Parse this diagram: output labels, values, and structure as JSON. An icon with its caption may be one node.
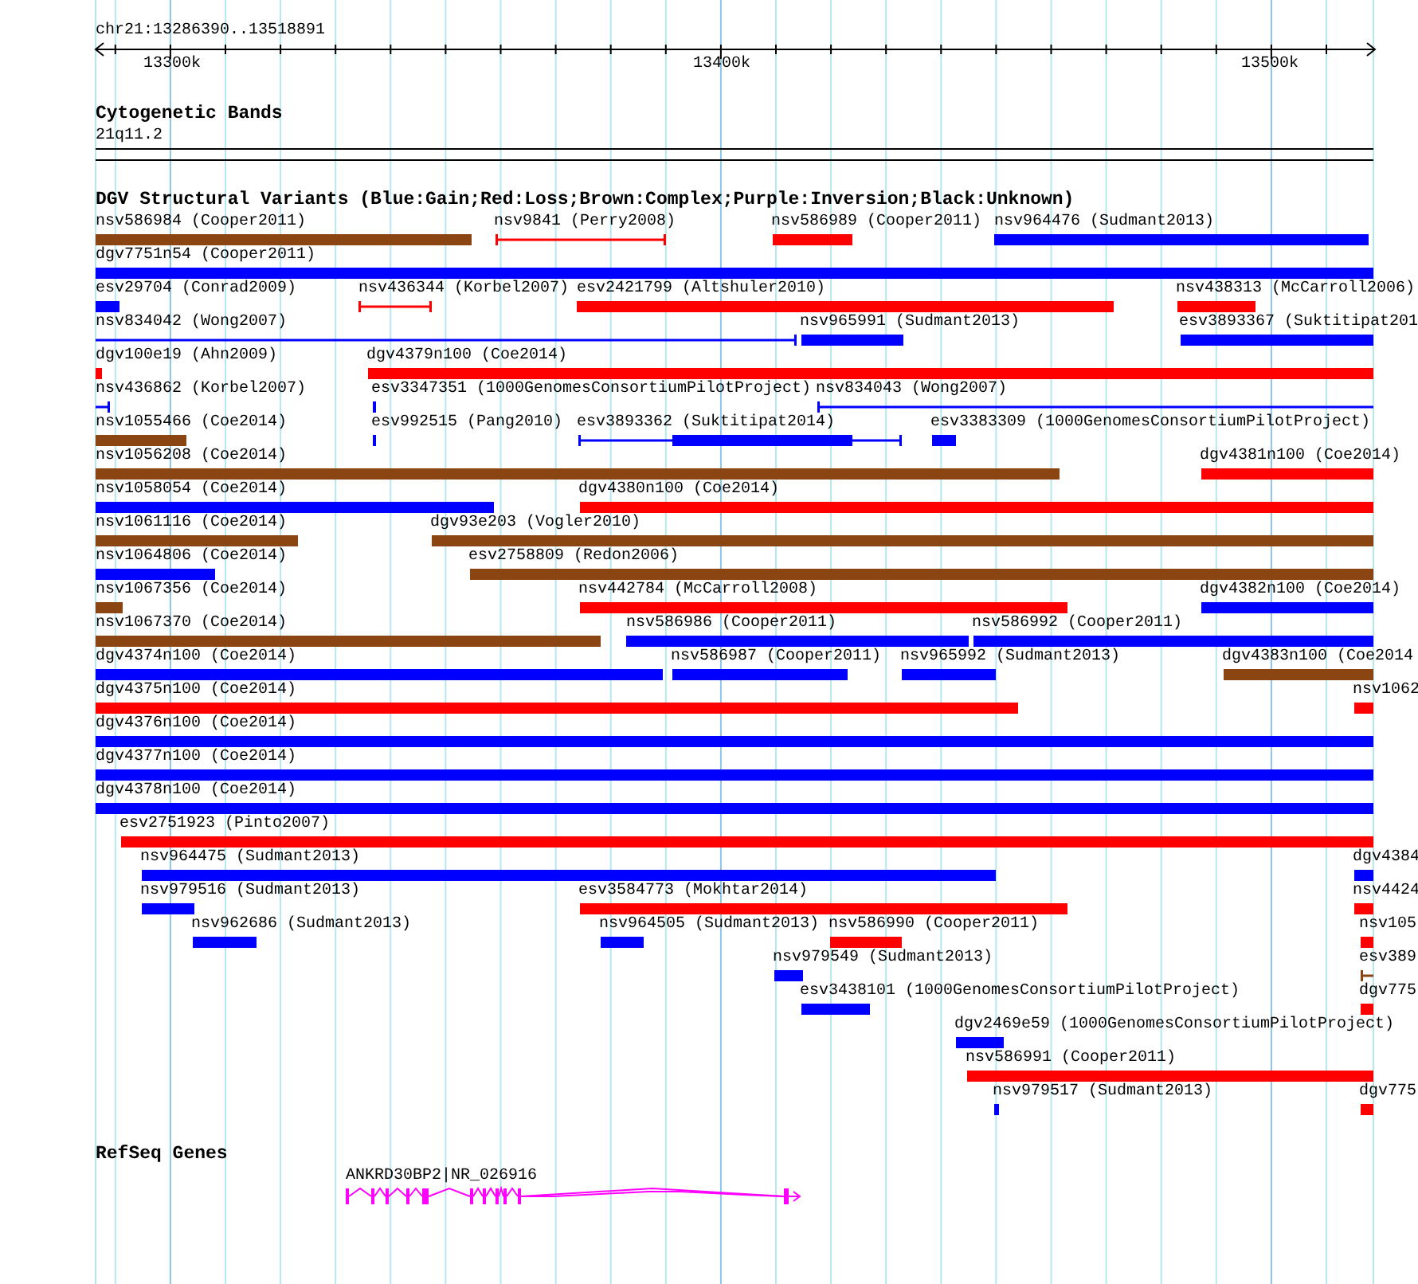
{
  "diagram": {
    "nodes": [
      {
        "text": [
          "nsv586984 (Cooper2011)"
        ]
      },
      {
        "text": [
          "nsv9841 (Perry2008)"
        ]
      },
      {
        "text": [
          "nsv586989 (Cooper2011)"
        ]
      },
      {
        "text": [
          "nsv964476 (Sudmant2013)"
        ]
      },
      {
        "text": [
          "dgv7751n54 (Cooper2011)"
        ]
      },
      {
        "text": [
          "esv29704 (Conrad2009)"
        ]
      },
      {
        "text": [
          "nsv436344 (Korbel2007)"
        ]
      },
      {
        "text": [
          "esv2421799 (Altshuler2010)"
        ]
      },
      {
        "text": [
          "nsv438313 (McCarroll2006)"
        ]
      },
      {
        "text": [
          "nsv834042 (Wong2007)"
        ]
      },
      {
        "text": [
          "nsv965991 (Sudmant2013)"
        ]
      },
      {
        "text": [
          "esv3893367 (Suktitipat201"
        ]
      },
      {
        "text": [
          "dgv100e19 (Ahn2009)"
        ]
      },
      {
        "text": [
          "dgv4379n100 (Coe2014)"
        ]
      },
      {
        "text": [
          "nsv436862 (Korbel2007)"
        ]
      },
      {
        "text": [
          "esv3347351 (1000GenomesConsortiumPilotProject)"
        ]
      },
      {
        "text": [
          "nsv834043 (Wong2007)"
        ]
      },
      {
        "text": [
          "nsv1055466 (Coe2014)"
        ]
      },
      {
        "text": [
          "esv992515 (Pang2010)"
        ]
      },
      {
        "text": [
          "esv3893362 (Suktitipat2014)"
        ]
      },
      {
        "text": [
          "esv3383309 (1000GenomesConsortiumPilotProject)"
        ]
      },
      {
        "text": [
          "nsv1056208 (Coe2014)"
        ]
      },
      {
        "text": [
          "dgv4381n100 (Coe2014)"
        ]
      },
      {
        "text": [
          "nsv1058054 (Coe2014)"
        ]
      },
      {
        "text": [
          "dgv4380n100 (Coe2014)"
        ]
      },
      {
        "text": [
          "nsv1061116 (Coe2014)"
        ]
      },
      {
        "text": [
          "dgv93e203 (Vogler2010)"
        ]
      },
      {
        "text": [
          "nsv1064806 (Coe2014)"
        ]
      },
      {
        "text": [
          "esv2758809 (Redon2006)"
        ]
      },
      {
        "text": [
          "nsv1067356 (Coe2014)"
        ]
      },
      {
        "text": [
          "nsv442784 (McCarroll2008)"
        ]
      },
      {
        "text": [
          "dgv4382n100 (Coe2014)"
        ]
      },
      {
        "text": [
          "nsv1067370 (Coe2014)"
        ]
      },
      {
        "text": [
          "nsv586986 (Cooper2011)"
        ]
      },
      {
        "text": [
          "nsv586992 (Cooper2011)"
        ]
      },
      {
        "text": [
          "dgv4374n100 (Coe2014)"
        ]
      },
      {
        "text": [
          "nsv586987 (Cooper2011)"
        ]
      },
      {
        "text": [
          "nsv965992 (Sudmant2013)"
        ]
      },
      {
        "text": [
          "dgv4383n100 (Coe2014"
        ]
      },
      {
        "text": [
          "dgv4375n100 (Coe2014)"
        ]
      },
      {
        "text": [
          "nsv1062"
        ]
      },
      {
        "text": [
          "dgv4376n100 (Coe2014)"
        ]
      },
      {
        "text": [
          "dgv4377n100 (Coe2014)"
        ]
      },
      {
        "text": [
          "dgv4378n100 (Coe2014)"
        ]
      },
      {
        "text": [
          "esv2751923 (Pinto2007)"
        ]
      },
      {
        "text": [
          "nsv964475 (Sudmant2013)"
        ]
      },
      {
        "text": [
          "dgv4384"
        ]
      },
      {
        "text": [
          "nsv979516 (Sudmant2013)"
        ]
      },
      {
        "text": [
          "esv3584773 (Mokhtar2014)"
        ]
      },
      {
        "text": [
          "nsv4424"
        ]
      },
      {
        "text": [
          "nsv962686 (Sudmant2013)"
        ]
      },
      {
        "text": [
          "nsv964505 (Sudmant2013)"
        ]
      },
      {
        "text": [
          "nsv586990 (Cooper2011)"
        ]
      },
      {
        "text": [
          "nsv105"
        ]
      },
      {
        "text": [
          "nsv979549 (Sudmant2013)"
        ]
      },
      {
        "text": [
          "esv389"
        ]
      },
      {
        "text": [
          "esv3438101 (1000GenomesConsortiumPilotProject)"
        ]
      },
      {
        "text": [
          "dgv775"
        ]
      },
      {
        "text": [
          "dgv2469e59 (1000GenomesConsortiumPilotProject)"
        ]
      },
      {
        "text": [
          "nsv586991 (Cooper2011)"
        ]
      },
      {
        "text": [
          "nsv979517 (Sudmant2013)"
        ]
      },
      {
        "text": [
          "dgv775"
        ]
      },
      {
        "text": [
          "ANKRD30BP2|NR_026916"
        ]
      }
    ],
    "labels": [
      "chr21:13286390..13518891",
      "13300k",
      "13400k",
      "13500k",
      "Cytogenetic Bands",
      "21q11.2",
      "DGV Structural Variants (Blue:Gain;Red:Loss;Brown:Complex;Purple:Inversion;Black:Unknown)",
      "RefSeq Genes"
    ]
  }
}
